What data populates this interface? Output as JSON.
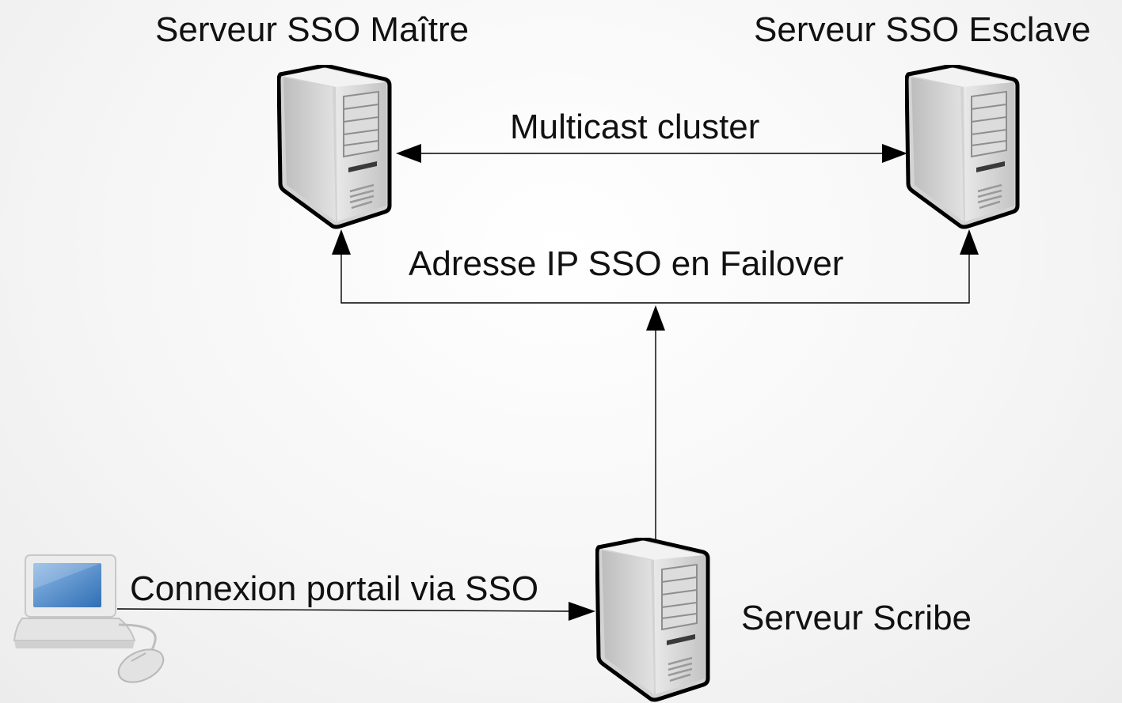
{
  "nodes": {
    "master": {
      "label": "Serveur SSO Maître",
      "icon": "server-tower-icon"
    },
    "slave": {
      "label": "Serveur SSO Esclave",
      "icon": "server-tower-icon"
    },
    "scribe": {
      "label": "Serveur Scribe",
      "icon": "server-tower-icon"
    },
    "client": {
      "icon": "laptop-computer-icon"
    }
  },
  "edges": {
    "multicast": {
      "label": "Multicast cluster"
    },
    "failover": {
      "label": "Adresse IP SSO en Failover"
    },
    "portal": {
      "label": "Connexion portail via SSO"
    }
  },
  "colors": {
    "background": "#f4f4f4",
    "line": "#000000",
    "server_body": "#cfcfcf",
    "laptop_screen": "#4a86c8"
  }
}
